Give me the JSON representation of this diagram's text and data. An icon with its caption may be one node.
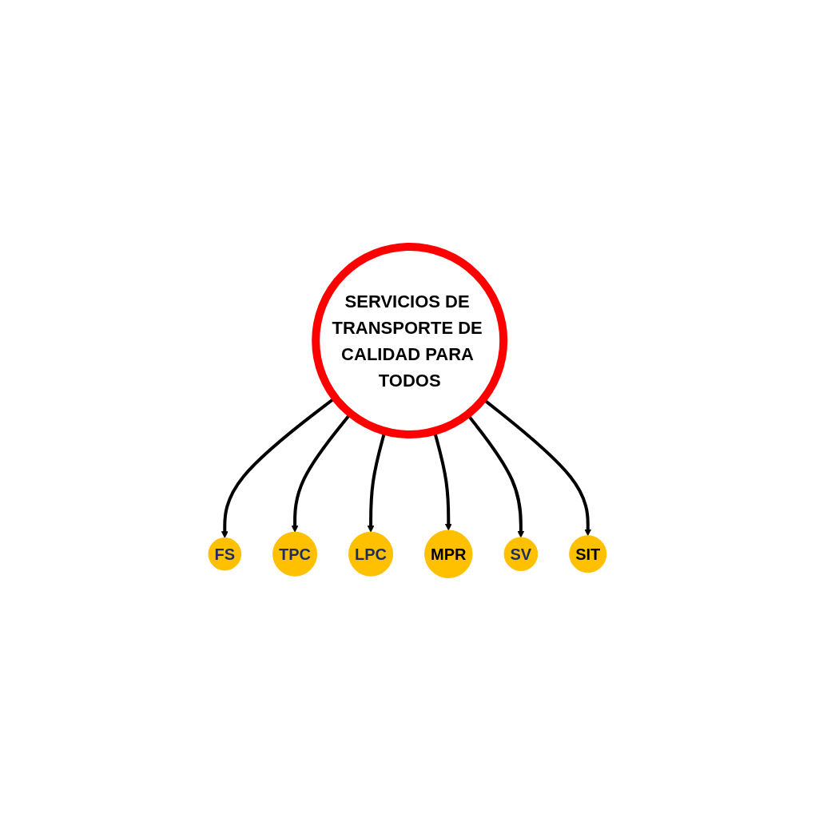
{
  "diagram": {
    "nodes": [
      {
        "text": [
          "SERVICIOS DE TRANSPORTE DE CALIDAD PARA TODOS"
        ]
      },
      {
        "text": [
          "FS"
        ]
      },
      {
        "text": [
          "TPC"
        ]
      },
      {
        "text": [
          "LPC"
        ]
      },
      {
        "text": [
          "MPR"
        ]
      },
      {
        "text": [
          "SV"
        ]
      },
      {
        "text": [
          "SIT"
        ]
      }
    ],
    "edges": [
      {
        "from": 0,
        "to": 1,
        "arrow": "to"
      },
      {
        "from": 0,
        "to": 2,
        "arrow": "to"
      },
      {
        "from": 0,
        "to": 3,
        "arrow": "to"
      },
      {
        "from": 0,
        "to": 4,
        "arrow": "to"
      },
      {
        "from": 0,
        "to": 5,
        "arrow": "to"
      },
      {
        "from": 0,
        "to": 6,
        "arrow": "to"
      }
    ]
  }
}
